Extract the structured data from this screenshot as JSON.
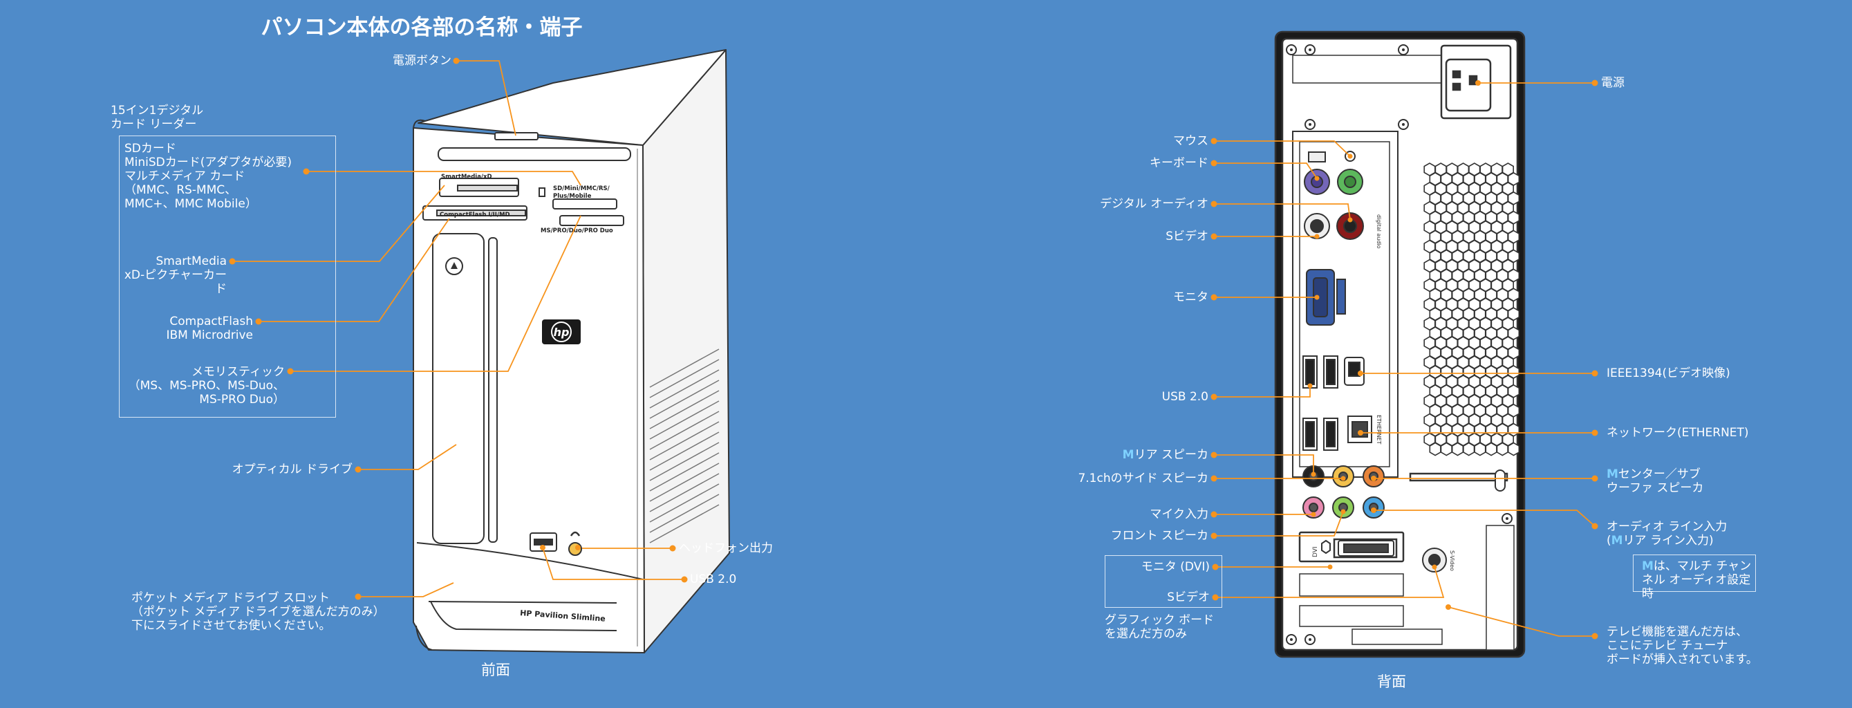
{
  "title": "パソコン本体の各部の名称・端子",
  "front": {
    "caption": "前面",
    "card_reader_title": "15イン1デジタル\nカード リーダー",
    "power_button": "電源ボタン",
    "sd_cards": "SDカード\nMiniSDカード(アダプタが必要)\nマルチメディア カード\n（MMC、RS-MMC、\nMMC+、MMC Mobile）",
    "smartmedia": "SmartMedia\nxD-ピクチャーカード",
    "compactflash": "CompactFlash\nIBM Microdrive",
    "memorystick": "メモリスティック\n（MS、MS-PRO、MS-Duo、\nMS-PRO Duo）",
    "optical_drive": "オプティカル ドライブ",
    "pocket_slot": "ポケット メディア ドライブ スロット\n（ポケット メディア ドライブを選んだ方のみ）\n下にスライドさせてお使いください。",
    "headphone": "ヘッドフォン出力",
    "usb": "USB 2.0",
    "slot_label_1": "SmartMedia/xD",
    "slot_label_2": "CompactFlash I/II/MD",
    "slot_label_3": "SD/Mini/MMC/RS/\nPlus/Mobile",
    "slot_label_4": "MS/PRO/Duo/PRO Duo",
    "brand": "HP Pavilion Slimline",
    "logo": "hp"
  },
  "back": {
    "caption": "背面",
    "mouse": "マウス",
    "keyboard": "キーボード",
    "digital_audio": "デジタル オーディオ",
    "svideo": "Sビデオ",
    "monitor": "モニタ",
    "usb": "USB 2.0",
    "rear_speaker_mark": "M",
    "rear_speaker": "リア スピーカ",
    "side_speaker": "7.1chのサイド スピーカ",
    "mic": "マイク入力",
    "front_speaker": "フロント スピーカ",
    "monitor_dvi": "モニタ (DVI)",
    "svideo2": "Sビデオ",
    "graphics_note": "グラフィック ボード\nを選んだ方のみ",
    "power": "電源",
    "ieee1394": "IEEE1394(ビデオ映像)",
    "network": "ネットワーク(ETHERNET)",
    "center_mark": "M",
    "center_sub": "センター／サブ\nウーファ スピーカ",
    "line_in": "オーディオ ライン入力",
    "line_in_alt_open": "(",
    "line_in_alt_mark": "M",
    "line_in_alt": "リア ライン入力)",
    "m_note_mark": "M",
    "m_note": "は、マルチ チャンネル\nオーディオ設定時",
    "tv_tuner": "テレビ機能を選んだ方は、\nここにテレビ チューナ\nボードが挿入されています。",
    "port_label_digital": "digital audio",
    "port_label_ethernet": "ETHERNET",
    "port_label_dvi": "DVI",
    "port_label_svideo": "S-Video"
  },
  "colors": {
    "background": "#4f8bc9",
    "leader": "#f7941d",
    "accent": "#7fd1ff"
  }
}
